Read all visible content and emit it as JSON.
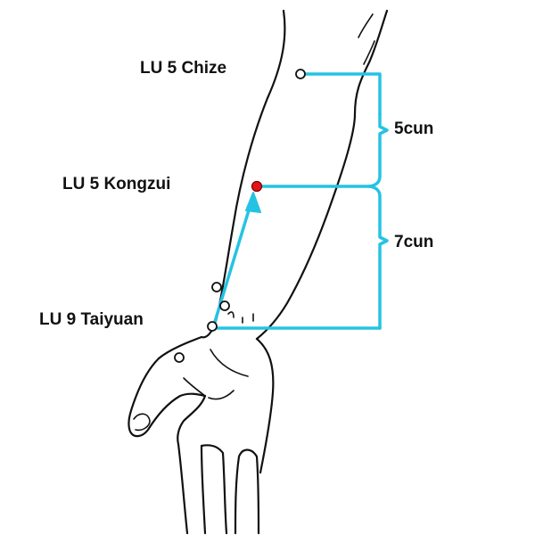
{
  "labels": {
    "chize": "LU 5 Chize",
    "kongzui": "LU 5 Kongzui",
    "taiyuan": "LU 9 Taiyuan"
  },
  "distances": {
    "upper": "5cun",
    "lower": "7cun"
  },
  "colors": {
    "guide_line": "#25c3e3",
    "highlight_point": "#e0141b",
    "outline": "#111111"
  }
}
